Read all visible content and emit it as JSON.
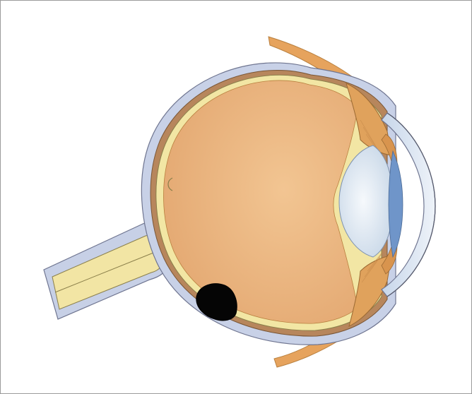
{
  "diagram": {
    "colors": {
      "sclera": "#c9d1e6",
      "sclera_edge": "#6f7590",
      "choroid": "#b7865c",
      "retina": "#f3e8a4",
      "vitreous": "#e8b07c",
      "vitreous_light": "#f0c08e",
      "lens": "#e3ecf4",
      "cornea": "#dfe8f3",
      "aqueous": "#6f95c9",
      "ciliary": "#e0a560",
      "optic_nerve": "#f2e6a6",
      "muscle": "#e8a560",
      "lesion": "#000000",
      "background": "#ffffff",
      "border": "#9b9b9b"
    },
    "icons": [
      "eyeball-cross-section",
      "optic-nerve",
      "lens",
      "cornea",
      "ciliary-body",
      "extraocular-muscle",
      "choroidal-lesion"
    ]
  }
}
